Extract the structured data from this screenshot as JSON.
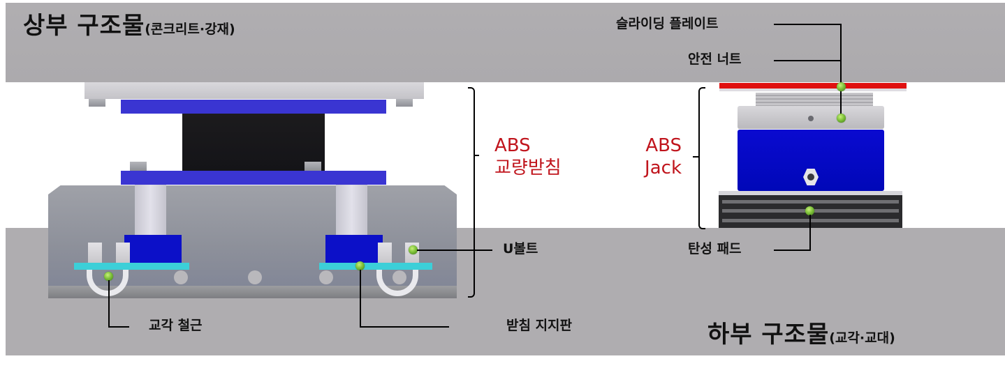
{
  "diagram": {
    "upper_structure": {
      "main": "상부 구조물",
      "sub": "(콘크리트·강재)"
    },
    "lower_structure": {
      "main": "하부 구조물",
      "sub": "(교각·교대)"
    },
    "groups": {
      "abs_bearing": {
        "line1": "ABS",
        "line2": "교량받침"
      },
      "abs_jack": {
        "line1": "ABS",
        "line2": "Jack"
      }
    },
    "callouts": {
      "sliding_plate": "슬라이딩 플레이트",
      "safety_nut": "안전 너트",
      "elastic_pad": "탄성 패드",
      "u_bolt": "U볼트",
      "pier_rebar": "교각 철근",
      "bearing_support_plate": "받침 지지판"
    },
    "colors": {
      "structure_gray": "#afadb0",
      "label_red": "#c0141c",
      "bearing_blue": "#3a35d2",
      "jack_blue": "#0a0ad0",
      "support_plate_cyan": "#3ccfd8",
      "sliding_plate_red": "#e01010",
      "marker_green": "#7fc23a"
    }
  }
}
